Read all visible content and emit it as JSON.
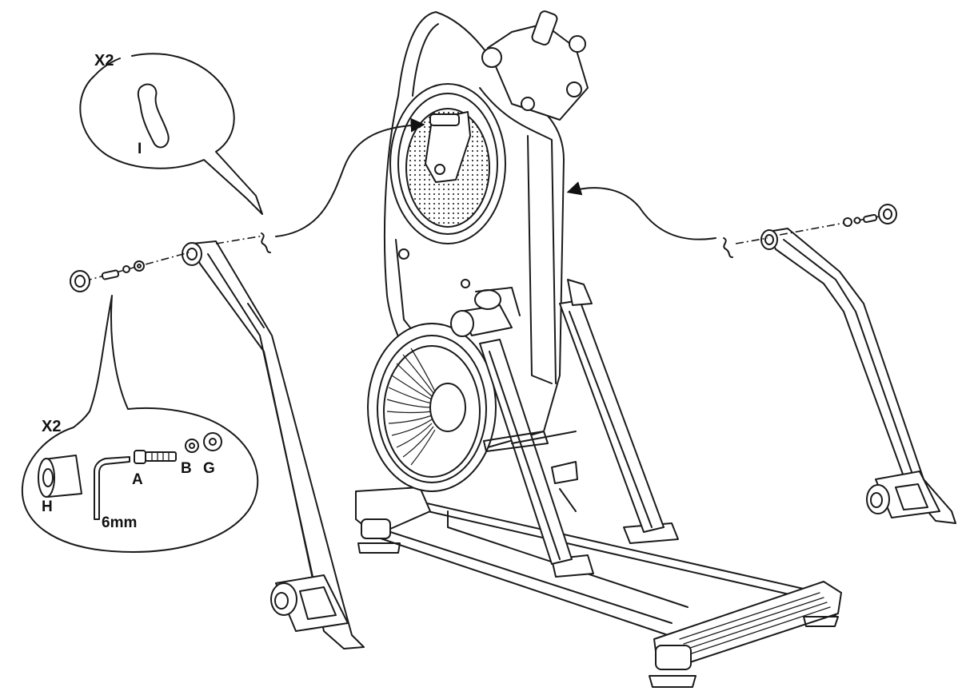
{
  "callouts": {
    "top": {
      "quantity": "X2",
      "part_label": "I"
    },
    "bottom": {
      "quantity": "X2",
      "parts": {
        "cap": "H",
        "bolt": "A",
        "washer_small": "B",
        "washer_large": "G",
        "wrench": "6mm"
      }
    }
  }
}
